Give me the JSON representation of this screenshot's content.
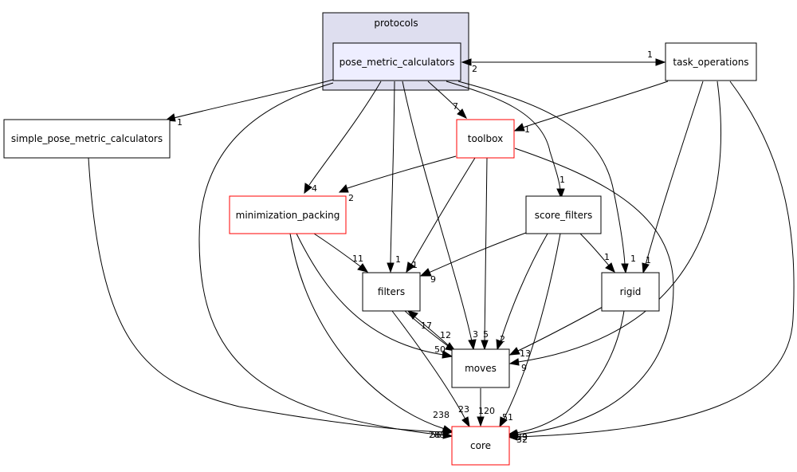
{
  "cluster": {
    "label": "protocols"
  },
  "nodes": {
    "pmc": "pose_metric_calculators",
    "task_ops": "task_operations",
    "simple_pmc": "simple_pose_metric_calculators",
    "toolbox": "toolbox",
    "min_pack": "minimization_packing",
    "score_filters": "score_filters",
    "filters": "filters",
    "rigid": "rigid",
    "moves": "moves",
    "core": "core"
  },
  "edges": [
    {
      "from": "pose_metric_calculators",
      "to": "task_operations",
      "label": "1"
    },
    {
      "from": "task_operations",
      "to": "pose_metric_calculators",
      "label": "2"
    },
    {
      "from": "pose_metric_calculators",
      "to": "simple_pose_metric_calculators",
      "label": "1"
    },
    {
      "from": "pose_metric_calculators",
      "to": "toolbox",
      "label": "7"
    },
    {
      "from": "task_operations",
      "to": "toolbox",
      "label": "1"
    },
    {
      "from": "pose_metric_calculators",
      "to": "minimization_packing",
      "label": "4"
    },
    {
      "from": "toolbox",
      "to": "minimization_packing",
      "label": "2"
    },
    {
      "from": "pose_metric_calculators",
      "to": "score_filters",
      "label": "1"
    },
    {
      "from": "pose_metric_calculators",
      "to": "filters",
      "label": "1"
    },
    {
      "from": "toolbox",
      "to": "filters",
      "label": "1"
    },
    {
      "from": "minimization_packing",
      "to": "filters",
      "label": "11"
    },
    {
      "from": "score_filters",
      "to": "filters",
      "label": "9"
    },
    {
      "from": "moves",
      "to": "filters",
      "label": "17"
    },
    {
      "from": "score_filters",
      "to": "rigid",
      "label": "1"
    },
    {
      "from": "task_operations",
      "to": "rigid",
      "label": "1"
    },
    {
      "from": "pose_metric_calculators",
      "to": "rigid",
      "label": "1"
    },
    {
      "from": "filters",
      "to": "moves",
      "label": "12"
    },
    {
      "from": "minimization_packing",
      "to": "moves",
      "label": "50"
    },
    {
      "from": "pose_metric_calculators",
      "to": "moves",
      "label": "3"
    },
    {
      "from": "toolbox",
      "to": "moves",
      "label": "5"
    },
    {
      "from": "score_filters",
      "to": "moves",
      "label": "2"
    },
    {
      "from": "rigid",
      "to": "moves",
      "label": "13"
    },
    {
      "from": "task_operations",
      "to": "moves",
      "label": "9"
    },
    {
      "from": "moves",
      "to": "core",
      "label": "120"
    },
    {
      "from": "filters",
      "to": "core",
      "label": "23"
    },
    {
      "from": "minimization_packing",
      "to": "core",
      "label": "238"
    },
    {
      "from": "score_filters",
      "to": "core",
      "label": "51"
    },
    {
      "from": "simple_pose_metric_calculators",
      "to": "core",
      "label": "285"
    },
    {
      "from": "pose_metric_calculators",
      "to": "core",
      "label": "56"
    },
    {
      "from": "toolbox",
      "to": "core",
      "label": "79"
    },
    {
      "from": "rigid",
      "to": "core",
      "label": "53"
    },
    {
      "from": "task_operations",
      "to": "core",
      "label": "32"
    }
  ],
  "colors": {
    "cluster_fill": "#dedeef",
    "cluster_stroke": "#000000",
    "highlight_node_fill": "#eeeeff",
    "node_fill": "#ffffff",
    "default_border": "#000000",
    "incomplete_border": "#ff0000"
  }
}
